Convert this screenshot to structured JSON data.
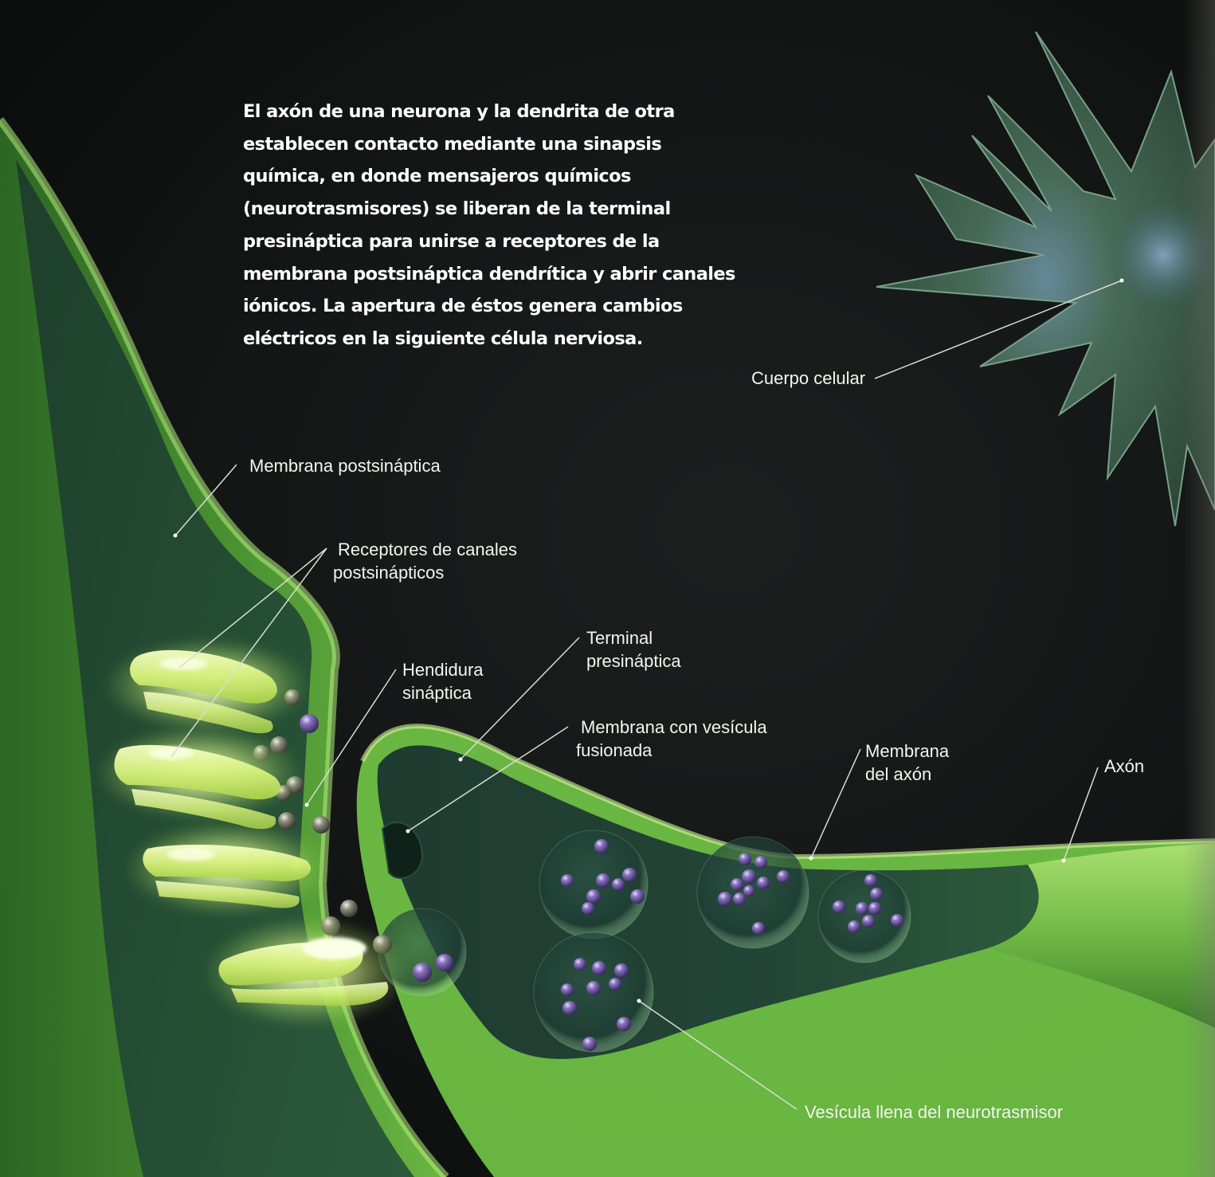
{
  "intro_text": "El axón de una neurona y la dendrita de otra establecen contacto mediante una sinapsis química, en donde mensajeros químicos (neurotrasmisores) se liberan de la terminal presináptica para unirse a receptores de la membrana postsináptica dendrítica y abrir canales iónicos. La apertura de éstos genera cambios eléctricos en la siguiente célula nerviosa.",
  "labels": {
    "cuerpo_celular": "Cuerpo celular",
    "membrana_postsinaptica": "Membrana postsináptica",
    "receptores": [
      "Receptores de canales",
      "postsinápticos"
    ],
    "hendidura": [
      "Hendidura",
      "sináptica"
    ],
    "terminal": [
      "Terminal",
      "presináptica"
    ],
    "membrana_vesicula": [
      "Membrana con vesícula",
      "fusionada"
    ],
    "membrana_axon": [
      "Membrana",
      "del axón"
    ],
    "axon": "Axón",
    "vesicula": "Vesícula llena del neurotrasmisor"
  },
  "colors": {
    "background": "#101312",
    "membrane_green": "#8fd45a",
    "glow_yellow": "#f2ffb0",
    "neuron_body": "#4f7a63",
    "vesicle_purple": "#6f5aa0",
    "label_text": "#f4f4f0",
    "leader_line": "#d8ddd4"
  }
}
